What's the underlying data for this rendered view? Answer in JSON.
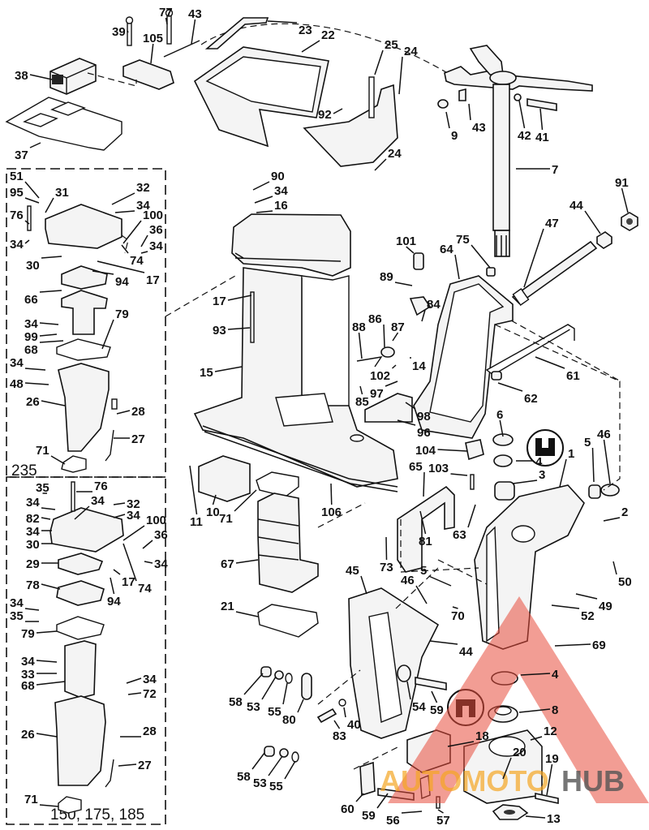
{
  "diagram": {
    "title": "Outboard midsection / swivel bracket exploded parts diagram",
    "section_labels": [
      "235",
      "150, 175, 185"
    ],
    "watermark": {
      "part1": "AUTOMOTO",
      "part2": "HUB",
      "color_primary": "#e74c3c",
      "color_secondary": "#f5a623",
      "color_gray": "#555555"
    },
    "callouts": [
      {
        "id": "c39",
        "text": "39"
      },
      {
        "id": "c77",
        "text": "77"
      },
      {
        "id": "c43a",
        "text": "43"
      },
      {
        "id": "c105",
        "text": "105"
      },
      {
        "id": "c38",
        "text": "38"
      },
      {
        "id": "c37",
        "text": "37"
      },
      {
        "id": "c23",
        "text": "23"
      },
      {
        "id": "c22",
        "text": "22"
      },
      {
        "id": "c25",
        "text": "25"
      },
      {
        "id": "c24a",
        "text": "24"
      },
      {
        "id": "c92",
        "text": "92"
      },
      {
        "id": "c24b",
        "text": "24"
      },
      {
        "id": "c43b",
        "text": "43"
      },
      {
        "id": "c9",
        "text": "9"
      },
      {
        "id": "c42",
        "text": "42"
      },
      {
        "id": "c41",
        "text": "41"
      },
      {
        "id": "c7",
        "text": "7"
      },
      {
        "id": "c91",
        "text": "91"
      },
      {
        "id": "c44a",
        "text": "44"
      },
      {
        "id": "c47",
        "text": "47"
      },
      {
        "id": "c90",
        "text": "90"
      },
      {
        "id": "c34a",
        "text": "34"
      },
      {
        "id": "c16",
        "text": "16"
      },
      {
        "id": "c101",
        "text": "101"
      },
      {
        "id": "c75",
        "text": "75"
      },
      {
        "id": "c64",
        "text": "64"
      },
      {
        "id": "c89",
        "text": "89"
      },
      {
        "id": "c84",
        "text": "84"
      },
      {
        "id": "c17a",
        "text": "17"
      },
      {
        "id": "c93",
        "text": "93"
      },
      {
        "id": "c88",
        "text": "88"
      },
      {
        "id": "c86",
        "text": "86"
      },
      {
        "id": "c87",
        "text": "87"
      },
      {
        "id": "c14",
        "text": "14"
      },
      {
        "id": "c61",
        "text": "61"
      },
      {
        "id": "c15",
        "text": "15"
      },
      {
        "id": "c102",
        "text": "102"
      },
      {
        "id": "c97",
        "text": "97"
      },
      {
        "id": "c85",
        "text": "85"
      },
      {
        "id": "c62",
        "text": "62"
      },
      {
        "id": "c98",
        "text": "98"
      },
      {
        "id": "c96",
        "text": "96"
      },
      {
        "id": "c6",
        "text": "6"
      },
      {
        "id": "c104",
        "text": "104"
      },
      {
        "id": "c4a",
        "text": "4"
      },
      {
        "id": "c46a",
        "text": "46"
      },
      {
        "id": "c5a",
        "text": "5"
      },
      {
        "id": "c1",
        "text": "1"
      },
      {
        "id": "c103",
        "text": "103"
      },
      {
        "id": "c3",
        "text": "3"
      },
      {
        "id": "c65",
        "text": "65"
      },
      {
        "id": "c11",
        "text": "11"
      },
      {
        "id": "c10",
        "text": "10"
      },
      {
        "id": "c71a",
        "text": "71"
      },
      {
        "id": "c106",
        "text": "106"
      },
      {
        "id": "c2",
        "text": "2"
      },
      {
        "id": "c63",
        "text": "63"
      },
      {
        "id": "c81",
        "text": "81"
      },
      {
        "id": "c73",
        "text": "73"
      },
      {
        "id": "c67",
        "text": "67"
      },
      {
        "id": "c45",
        "text": "45"
      },
      {
        "id": "c5b",
        "text": "5"
      },
      {
        "id": "c46b",
        "text": "46"
      },
      {
        "id": "c50",
        "text": "50"
      },
      {
        "id": "c21",
        "text": "21"
      },
      {
        "id": "c70",
        "text": "70"
      },
      {
        "id": "c49",
        "text": "49"
      },
      {
        "id": "c52",
        "text": "52"
      },
      {
        "id": "c44b",
        "text": "44"
      },
      {
        "id": "c69",
        "text": "69"
      },
      {
        "id": "c4b",
        "text": "4"
      },
      {
        "id": "c58a",
        "text": "58"
      },
      {
        "id": "c53a",
        "text": "53"
      },
      {
        "id": "c55a",
        "text": "55"
      },
      {
        "id": "c80",
        "text": "80"
      },
      {
        "id": "c54",
        "text": "54"
      },
      {
        "id": "c59a",
        "text": "59"
      },
      {
        "id": "c8",
        "text": "8"
      },
      {
        "id": "c83",
        "text": "83"
      },
      {
        "id": "c40",
        "text": "40"
      },
      {
        "id": "c18",
        "text": "18"
      },
      {
        "id": "c12",
        "text": "12"
      },
      {
        "id": "c20",
        "text": "20"
      },
      {
        "id": "c19",
        "text": "19"
      },
      {
        "id": "c58b",
        "text": "58"
      },
      {
        "id": "c53b",
        "text": "53"
      },
      {
        "id": "c55b",
        "text": "55"
      },
      {
        "id": "c60",
        "text": "60"
      },
      {
        "id": "c59b",
        "text": "59"
      },
      {
        "id": "c56",
        "text": "56"
      },
      {
        "id": "c57",
        "text": "57"
      },
      {
        "id": "c13",
        "text": "13"
      }
    ],
    "box235_callouts": [
      {
        "id": "b51",
        "text": "51"
      },
      {
        "id": "b95",
        "text": "95"
      },
      {
        "id": "b31",
        "text": "31"
      },
      {
        "id": "b32",
        "text": "32"
      },
      {
        "id": "b34a",
        "text": "34"
      },
      {
        "id": "b76",
        "text": "76"
      },
      {
        "id": "b100",
        "text": "100"
      },
      {
        "id": "b36",
        "text": "36"
      },
      {
        "id": "b34b",
        "text": "34"
      },
      {
        "id": "b34c",
        "text": "34"
      },
      {
        "id": "b74",
        "text": "74"
      },
      {
        "id": "b30",
        "text": "30"
      },
      {
        "id": "b17",
        "text": "17"
      },
      {
        "id": "b94",
        "text": "94"
      },
      {
        "id": "b66",
        "text": "66"
      },
      {
        "id": "b79",
        "text": "79"
      },
      {
        "id": "b34d",
        "text": "34"
      },
      {
        "id": "b99",
        "text": "99"
      },
      {
        "id": "b68",
        "text": "68"
      },
      {
        "id": "b34e",
        "text": "34"
      },
      {
        "id": "b48",
        "text": "48"
      },
      {
        "id": "b26",
        "text": "26"
      },
      {
        "id": "b28",
        "text": "28"
      },
      {
        "id": "b27",
        "text": "27"
      },
      {
        "id": "b71",
        "text": "71"
      }
    ],
    "box150_callouts": [
      {
        "id": "d35a",
        "text": "35"
      },
      {
        "id": "d76",
        "text": "76"
      },
      {
        "id": "d34a",
        "text": "34"
      },
      {
        "id": "d34b",
        "text": "34"
      },
      {
        "id": "d32",
        "text": "32"
      },
      {
        "id": "d82",
        "text": "82"
      },
      {
        "id": "d34c",
        "text": "34"
      },
      {
        "id": "d34d",
        "text": "34"
      },
      {
        "id": "d100",
        "text": "100"
      },
      {
        "id": "d30",
        "text": "30"
      },
      {
        "id": "d36",
        "text": "36"
      },
      {
        "id": "d34e",
        "text": "34"
      },
      {
        "id": "d29",
        "text": "29"
      },
      {
        "id": "d17",
        "text": "17"
      },
      {
        "id": "d74",
        "text": "74"
      },
      {
        "id": "d78",
        "text": "78"
      },
      {
        "id": "d94",
        "text": "94"
      },
      {
        "id": "d34f",
        "text": "34"
      },
      {
        "id": "d35b",
        "text": "35"
      },
      {
        "id": "d79",
        "text": "79"
      },
      {
        "id": "d34g",
        "text": "34"
      },
      {
        "id": "d33",
        "text": "33"
      },
      {
        "id": "d68",
        "text": "68"
      },
      {
        "id": "d34h",
        "text": "34"
      },
      {
        "id": "d72",
        "text": "72"
      },
      {
        "id": "d26",
        "text": "26"
      },
      {
        "id": "d28",
        "text": "28"
      },
      {
        "id": "d27",
        "text": "27"
      },
      {
        "id": "d71",
        "text": "71"
      }
    ]
  }
}
